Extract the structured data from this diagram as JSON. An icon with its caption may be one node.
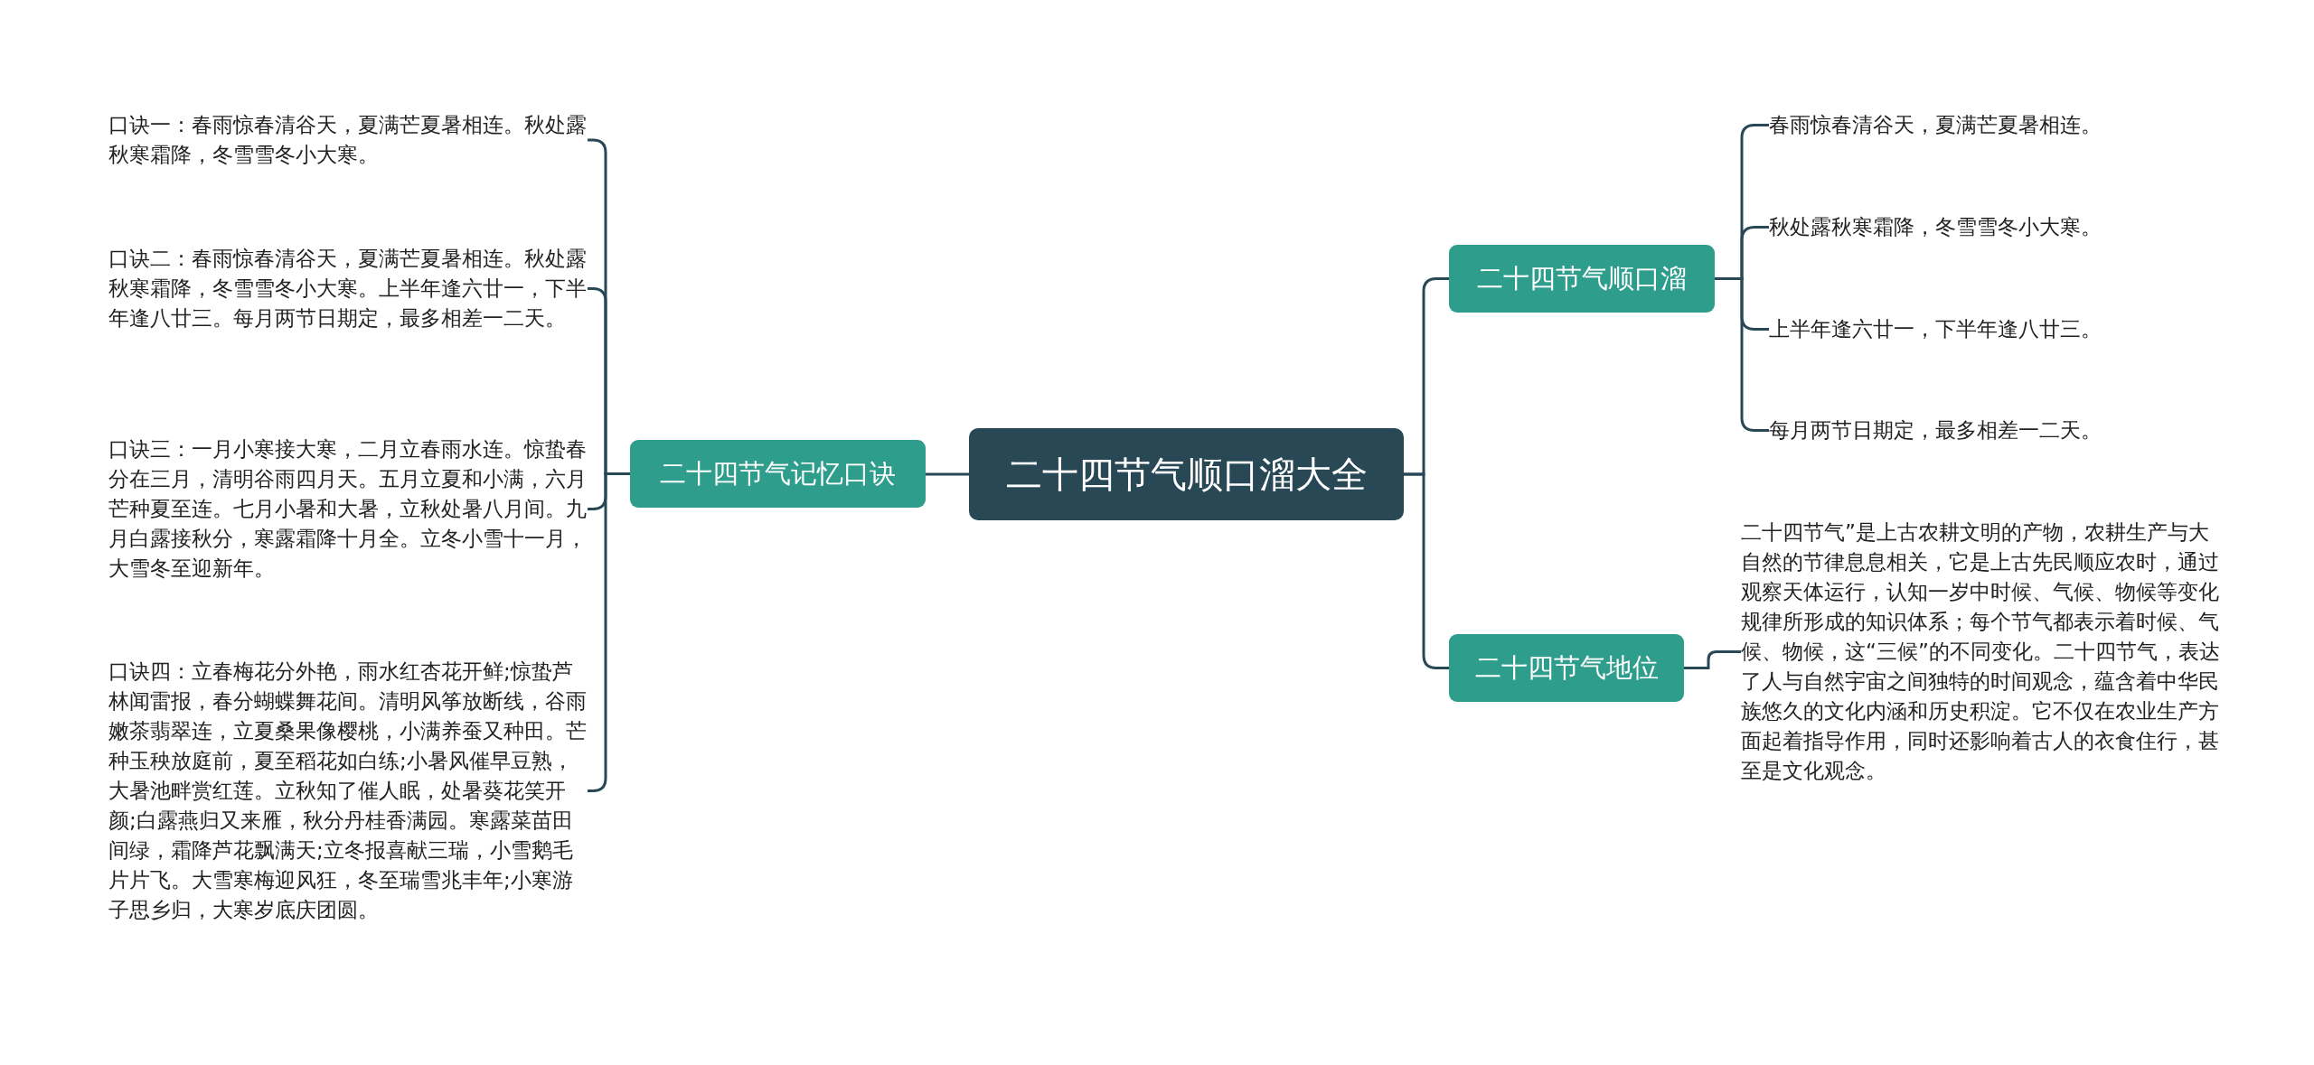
{
  "diagram": {
    "nodes": [
      {
        "text": [
          "二十四节气顺口溜大全"
        ]
      },
      {
        "text": [
          "二十四节气记忆口诀"
        ]
      },
      {
        "text": [
          "口诀一：春雨惊春清谷天，夏满芒夏暑相连。秋处露秋寒霜降，冬雪雪冬小大寒。"
        ]
      },
      {
        "text": [
          "口诀二：春雨惊春清谷天，夏满芒夏暑相连。秋处露秋寒霜降，冬雪雪冬小大寒。上半年逢六廿一，下半年逢八廿三。每月两节日期定，最多相差一二天。"
        ]
      },
      {
        "text": [
          "口诀三：一月小寒接大寒，二月立春雨水连。惊蛰春分在三月，清明谷雨四月天。五月立夏和小满，六月芒种夏至连。七月小暑和大暑，立秋处暑八月间。九月白露接秋分，寒露霜降十月全。立冬小雪十一月，大雪冬至迎新年。"
        ]
      },
      {
        "text": [
          "口诀四：立春梅花分外艳，雨水红杏花开鲜;惊蛰芦林闻雷报，春分蝴蝶舞花间。清明风筝放断线，谷雨嫩茶翡翠连，立夏桑果像樱桃，小满养蚕又种田。芒种玉秧放庭前，夏至稻花如白练;小暑风催早豆熟，大暑池畔赏红莲。立秋知了催人眠，处暑葵花笑开颜;白露燕归又来雁，秋分丹桂香满园。寒露菜苗田间绿，霜降芦花飘满天;立冬报喜献三瑞，小雪鹅毛片片飞。大雪寒梅迎风狂，冬至瑞雪兆丰年;小寒游子思乡归，大寒岁底庆团圆。"
        ]
      },
      {
        "text": [
          "二十四节气顺口溜"
        ]
      },
      {
        "text": [
          "春雨惊春清谷天，夏满芒夏暑相连。"
        ]
      },
      {
        "text": [
          "秋处露秋寒霜降，冬雪雪冬小大寒。"
        ]
      },
      {
        "text": [
          "上半年逢六廿一，下半年逢八廿三。"
        ]
      },
      {
        "text": [
          "每月两节日期定，最多相差一二天。"
        ]
      },
      {
        "text": [
          "二十四节气地位"
        ]
      },
      {
        "text": [
          "二十四节气”是上古农耕文明的产物，农耕生产与大自然的节律息息相关，它是上古先民顺应农时，通过观察天体运行，认知一岁中时候、气候、物候等变化规律所形成的知识体系；每个节气都表示着时候、气候、物候，这“三候”的不同变化。二十四节气，表达了人与自然宇宙之间独特的时间观念，蕴含着中华民族悠久的文化内涵和历史积淀。它不仅在农业生产方面起着指导作用，同时还影响着古人的衣食住行，甚至是文化观念。"
        ]
      }
    ],
    "edges": [
      {
        "from": 0,
        "to": 1,
        "arrow": "none"
      },
      {
        "from": 1,
        "to": 2,
        "arrow": "none"
      },
      {
        "from": 1,
        "to": 3,
        "arrow": "none"
      },
      {
        "from": 1,
        "to": 4,
        "arrow": "none"
      },
      {
        "from": 1,
        "to": 5,
        "arrow": "none"
      },
      {
        "from": 0,
        "to": 6,
        "arrow": "none"
      },
      {
        "from": 6,
        "to": 7,
        "arrow": "none"
      },
      {
        "from": 6,
        "to": 8,
        "arrow": "none"
      },
      {
        "from": 6,
        "to": 9,
        "arrow": "none"
      },
      {
        "from": 6,
        "to": 10,
        "arrow": "none"
      },
      {
        "from": 0,
        "to": 11,
        "arrow": "none"
      },
      {
        "from": 11,
        "to": 12,
        "arrow": "none"
      }
    ]
  }
}
